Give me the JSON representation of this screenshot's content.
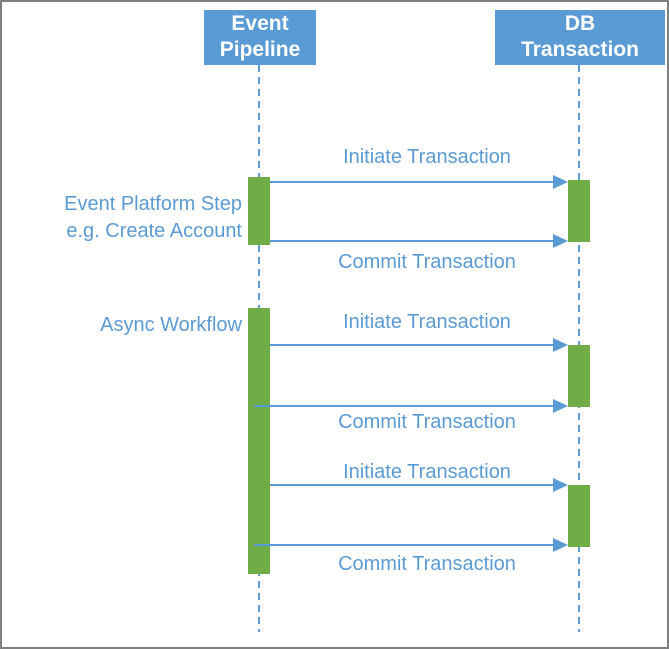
{
  "diagram": {
    "type": "sequence-diagram",
    "actors": [
      {
        "name": "Event Pipeline",
        "line1": "Event",
        "line2": "Pipeline"
      },
      {
        "name": "DB Transaction",
        "line1": "DB",
        "line2": "Transaction"
      }
    ],
    "annotations": [
      {
        "line1": "Event Platform Step",
        "line2": "e.g. Create Account"
      },
      {
        "line1": "Async Workflow"
      }
    ],
    "messages": [
      {
        "label": "Initiate Transaction",
        "from": "Event Pipeline",
        "to": "DB Transaction",
        "direction": "right"
      },
      {
        "label": "Commit Transaction",
        "from": "Event Pipeline",
        "to": "DB Transaction",
        "direction": "right"
      },
      {
        "label": "Initiate Transaction",
        "from": "Event Pipeline",
        "to": "DB Transaction",
        "direction": "right"
      },
      {
        "label": "Commit Transaction",
        "from": "Event Pipeline",
        "to": "DB Transaction",
        "direction": "right"
      },
      {
        "label": "Initiate Transaction",
        "from": "Event Pipeline",
        "to": "DB Transaction",
        "direction": "right"
      },
      {
        "label": "Commit Transaction",
        "from": "Event Pipeline",
        "to": "DB Transaction",
        "direction": "right"
      }
    ],
    "colors": {
      "accent_blue": "#5B9BD5",
      "activation_green": "#70AD47",
      "border_gray": "#7F7F7F",
      "header_text": "#FFFFFF"
    }
  }
}
